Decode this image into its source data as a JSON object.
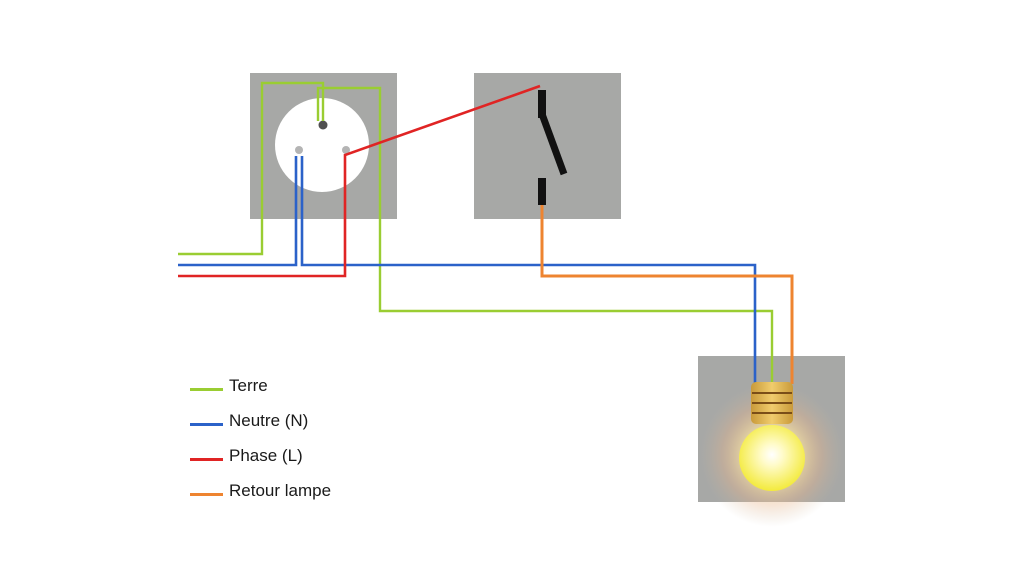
{
  "colors": {
    "earth": "#9acd32",
    "neutral": "#2b62c9",
    "phase": "#e02424",
    "lamp_return": "#ee8430",
    "box": "#a7a8a6"
  },
  "components": {
    "socket": "socket-icon",
    "switch": "switch-icon",
    "lamp": "lightbulb-icon"
  },
  "legend": [
    {
      "label": "Terre",
      "color": "#9acd32"
    },
    {
      "label": "Neutre (N)",
      "color": "#2b62c9"
    },
    {
      "label": "Phase (L)",
      "color": "#e02424"
    },
    {
      "label": "Retour lampe",
      "color": "#ee8430"
    }
  ]
}
